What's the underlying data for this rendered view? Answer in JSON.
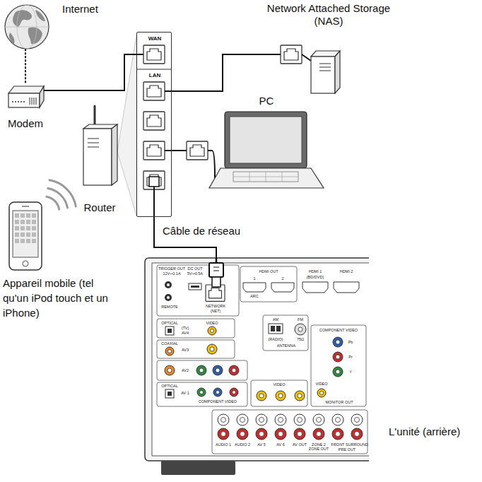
{
  "diagram": {
    "nodes": [
      {
        "text": [
          "Internet"
        ]
      },
      {
        "text": [
          "Network Attached Storage (NAS)"
        ]
      },
      {
        "text": [
          "Modem"
        ]
      },
      {
        "text": [
          "Router"
        ]
      },
      {
        "text": [
          "WAN",
          "LAN"
        ],
        "in": 3
      },
      {
        "text": [
          "PC"
        ]
      },
      {
        "text": [
          "Appareil mobile (tel qu'un iPod touch et un iPhone)"
        ]
      },
      {
        "text": [
          "L'unité (arrière)"
        ]
      }
    ],
    "edges": [
      {
        "from": 0,
        "to": 2,
        "arrow": "none"
      },
      {
        "from": 2,
        "to": 4,
        "arrow": "none"
      },
      {
        "from": 4,
        "to": 1,
        "arrow": "none"
      },
      {
        "from": 4,
        "to": 5,
        "arrow": "none"
      },
      {
        "from": 4,
        "to": 7,
        "label": "Câble de réseau",
        "arrow": "none"
      }
    ],
    "labels": [
      "TRIGGER OUT",
      "12V⎓0.1A",
      "DC OUT",
      "5V⎓0.5A",
      "NETWORK",
      "(NET)",
      "REMOTE",
      "HDMI OUT",
      "1",
      "2",
      "ARC",
      "HDMI 1",
      "(BD/DVD)",
      "HDMI 2",
      "AM",
      "FM",
      "75Ω",
      "(RADIO)",
      "ANTENNA",
      "OPTICAL",
      "(TV)",
      "AV4",
      "VIDEO",
      "COAXIAL",
      "AV3",
      "AV2",
      "OPTICAL",
      "AV 1",
      "COMPONENT VIDEO",
      "VIDEO",
      "COMPONENT VIDEO",
      "Pb",
      "Pr",
      "Y",
      "VIDEO",
      "MONITOR OUT",
      "AUDIO 1",
      "AUDIO 2",
      "AV 5",
      "AV 6",
      "AV OUT",
      "ZONE 2",
      "ZONE OUT",
      "FRONT",
      "SURROUND",
      "PRE OUT"
    ]
  }
}
